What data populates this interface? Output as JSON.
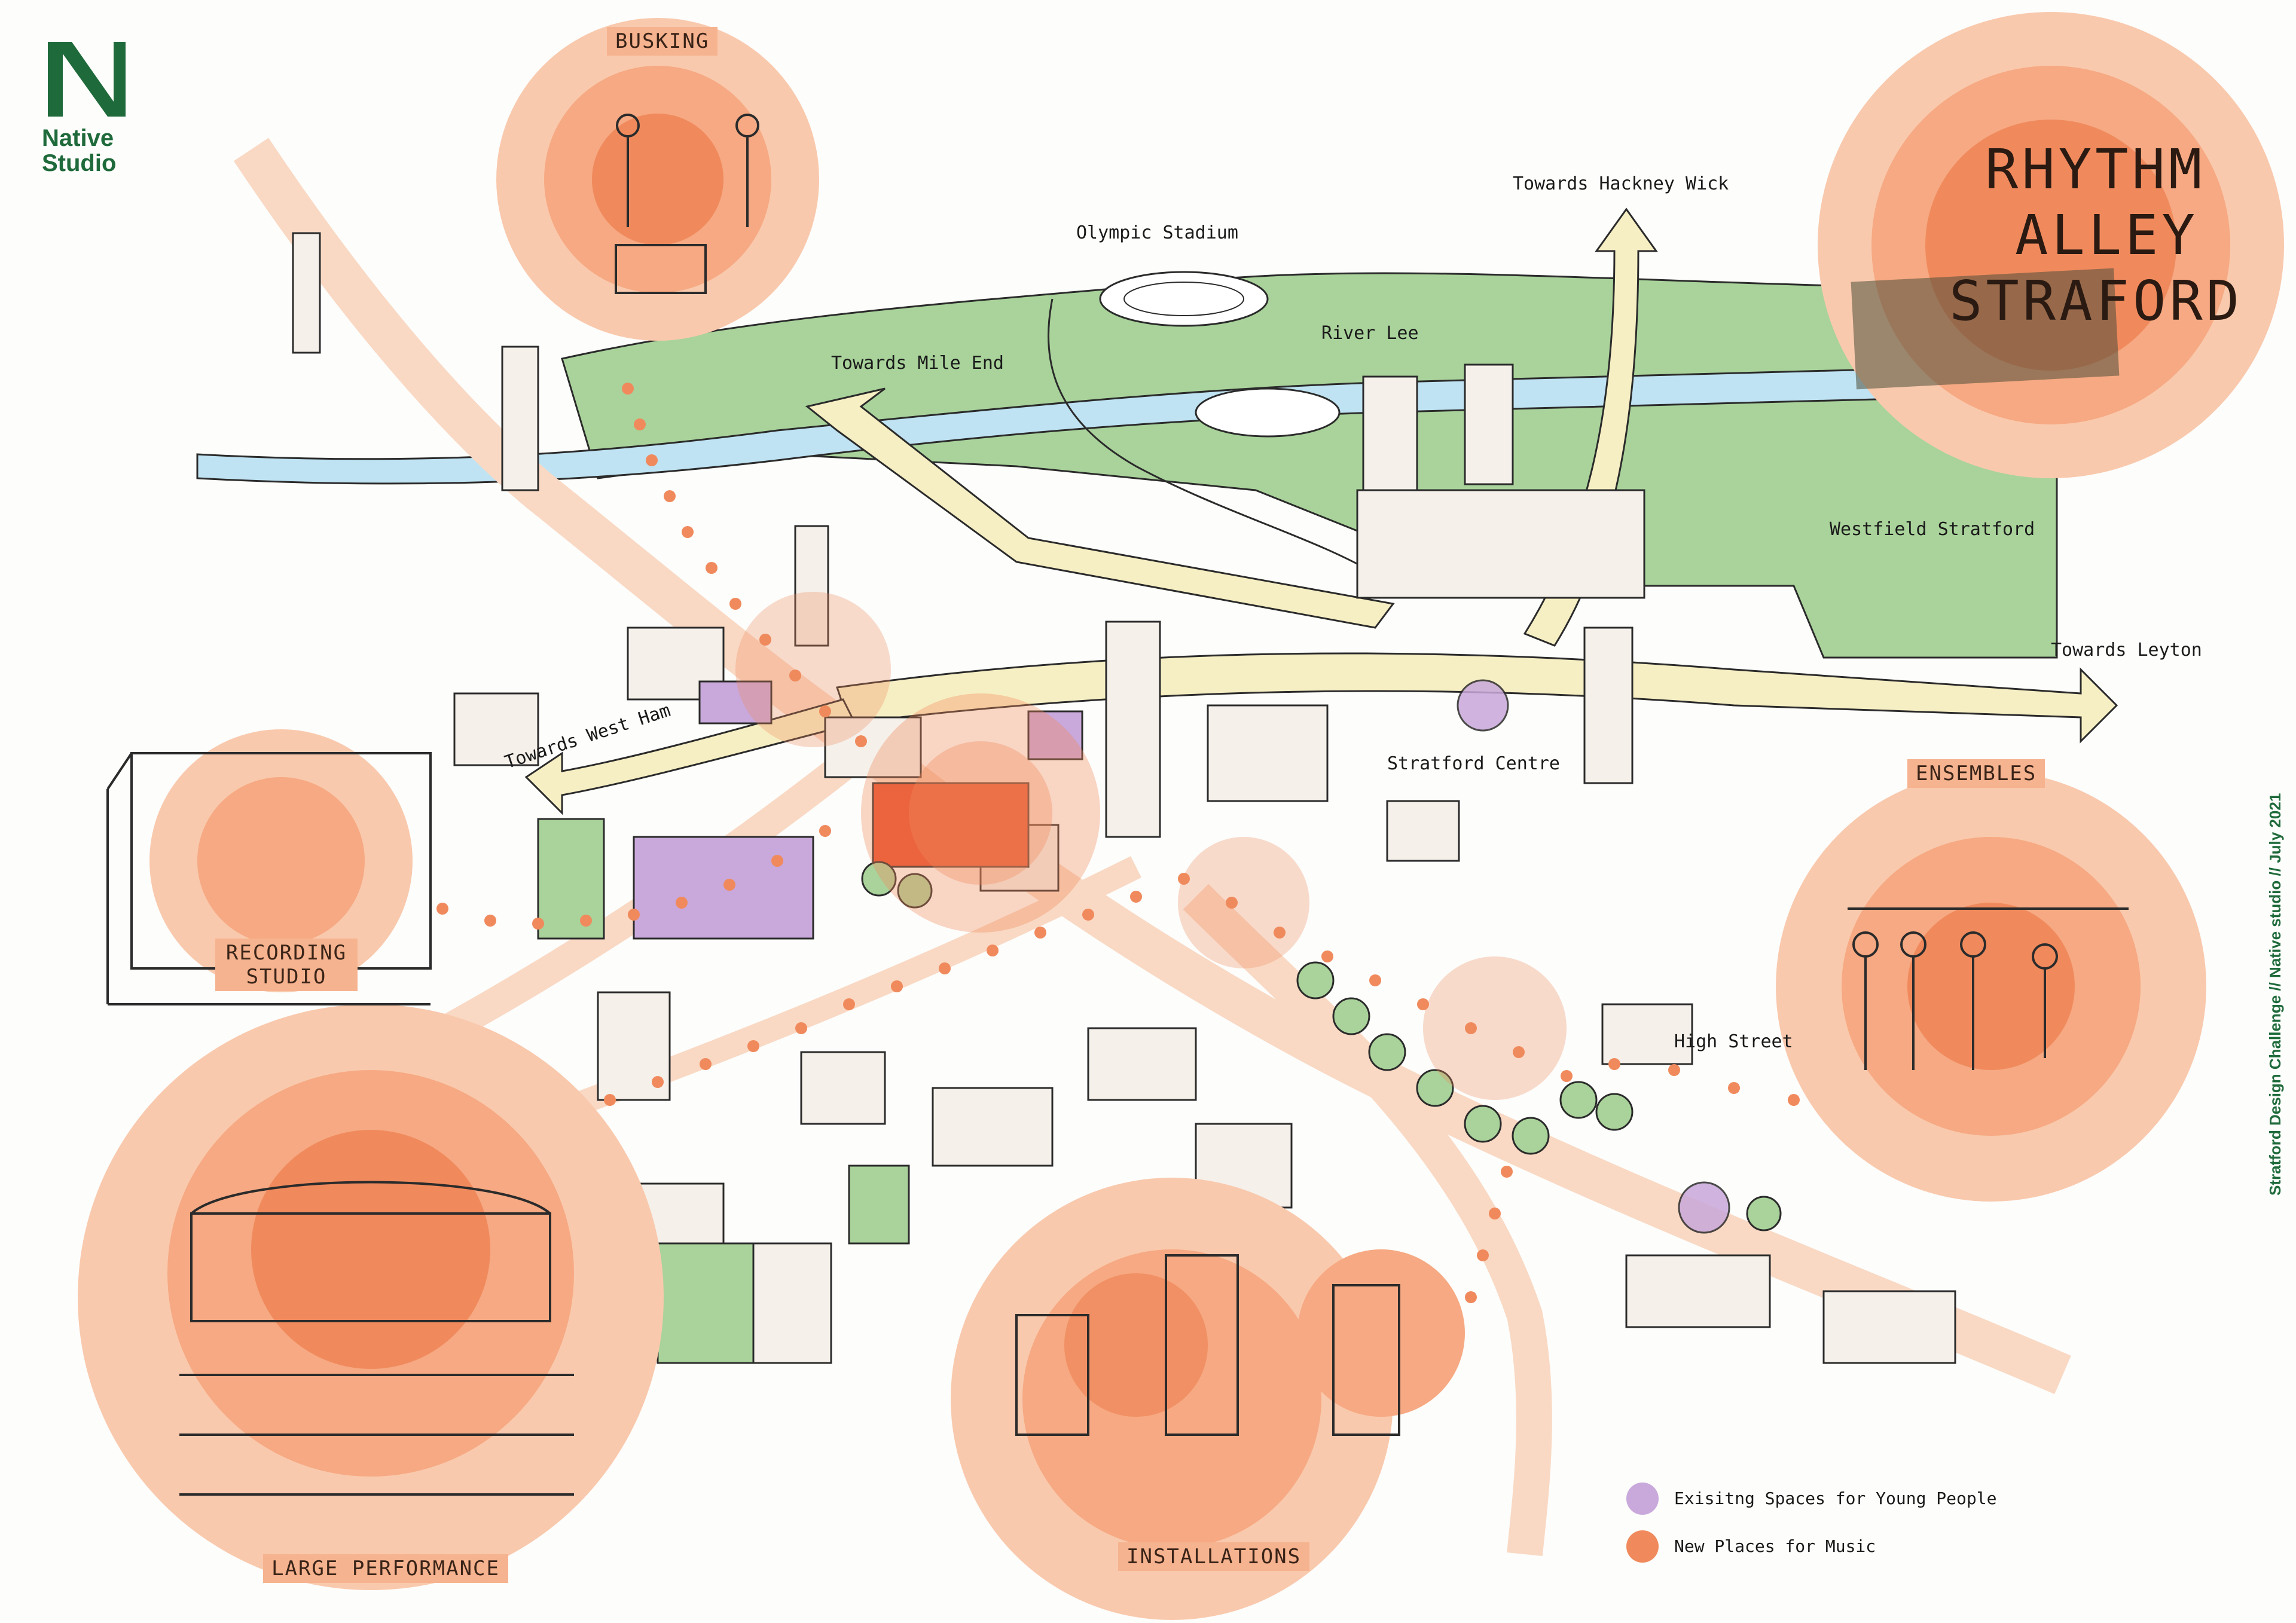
{
  "brand": {
    "logo_line1": "Native",
    "logo_line2": "Studio",
    "logo_color": "#1f6a3b"
  },
  "title": {
    "line1": "RHYTHM",
    "line2": "ALLEY",
    "line3": "STRAFORD"
  },
  "places": {
    "olympic_stadium": "Olympic Stadium",
    "hackney_wick": "Towards Hackney Wick",
    "river_lee": "River Lee",
    "mile_end": "Towards Mile End",
    "westfield": "Westfield Stratford",
    "leyton": "Towards Leyton",
    "west_ham": "Towards West Ham",
    "stratford_centre": "Stratford  Centre",
    "high_street": "High Street"
  },
  "scenes": {
    "busking": "BUSKING",
    "recording": "RECORDING STUDIO",
    "large_performance": "LARGE PERFORMANCE",
    "installations": "INSTALLATIONS",
    "ensembles": "ENSEMBLES"
  },
  "legend": {
    "existing": "Exisitng Spaces for Young People",
    "new_places": "New Places for Music"
  },
  "credit": "Stratford Design Challenge // Native studio // July 2021",
  "colors": {
    "music_orange": "#f08a5d",
    "music_light": "#f9c9ad",
    "young_purple": "#c9a8db",
    "park_green": "#a9d39b",
    "river_blue": "#bfe3f2",
    "route_yellow": "#f7efc4",
    "road_peach": "#f9d9c4",
    "building": "#f5f0ea"
  }
}
